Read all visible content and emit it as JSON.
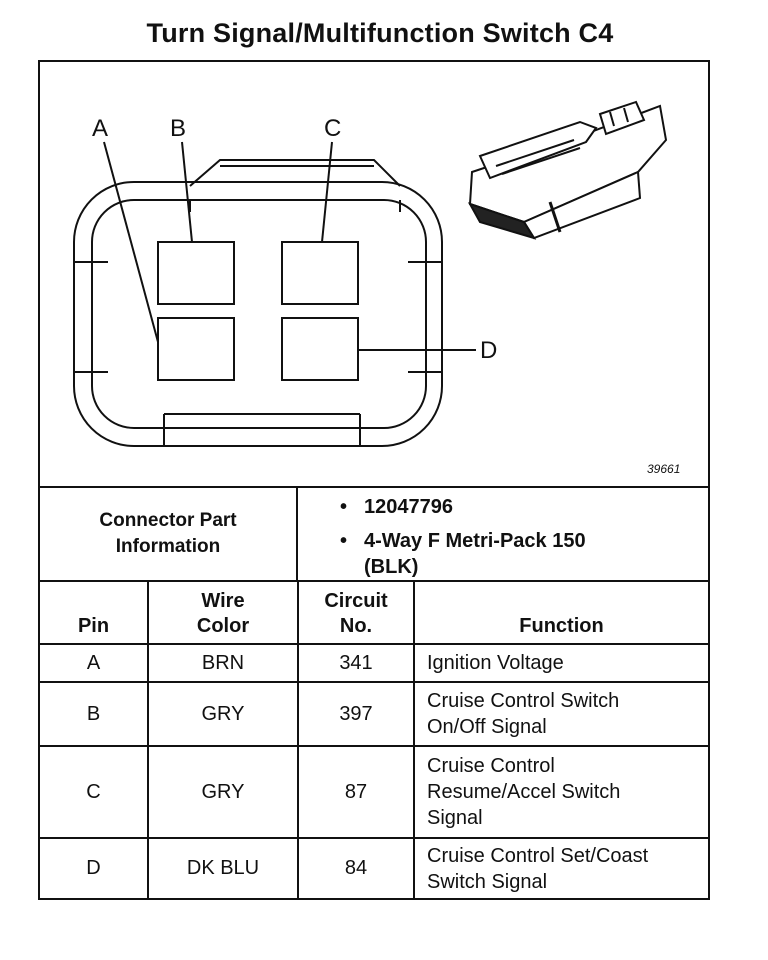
{
  "title": "Turn Signal/Multifunction Switch C4",
  "diagram": {
    "figure_id": "39661",
    "pin_labels": [
      "A",
      "B",
      "C",
      "D"
    ]
  },
  "connector_info": {
    "label": "Connector Part Information",
    "items": [
      "12047796",
      "4-Way F Metri-Pack 150 (BLK)"
    ]
  },
  "table": {
    "headers": [
      "Pin",
      "Wire Color",
      "Circuit No.",
      "Function"
    ],
    "rows": [
      {
        "pin": "A",
        "color": "BRN",
        "circuit": "341",
        "function": "Ignition Voltage"
      },
      {
        "pin": "B",
        "color": "GRY",
        "circuit": "397",
        "function": "Cruise Control Switch On/Off Signal"
      },
      {
        "pin": "C",
        "color": "GRY",
        "circuit": "87",
        "function": "Cruise Control Resume/Accel Switch Signal"
      },
      {
        "pin": "D",
        "color": "DK BLU",
        "circuit": "84",
        "function": "Cruise Control Set/Coast Switch Signal"
      }
    ]
  }
}
